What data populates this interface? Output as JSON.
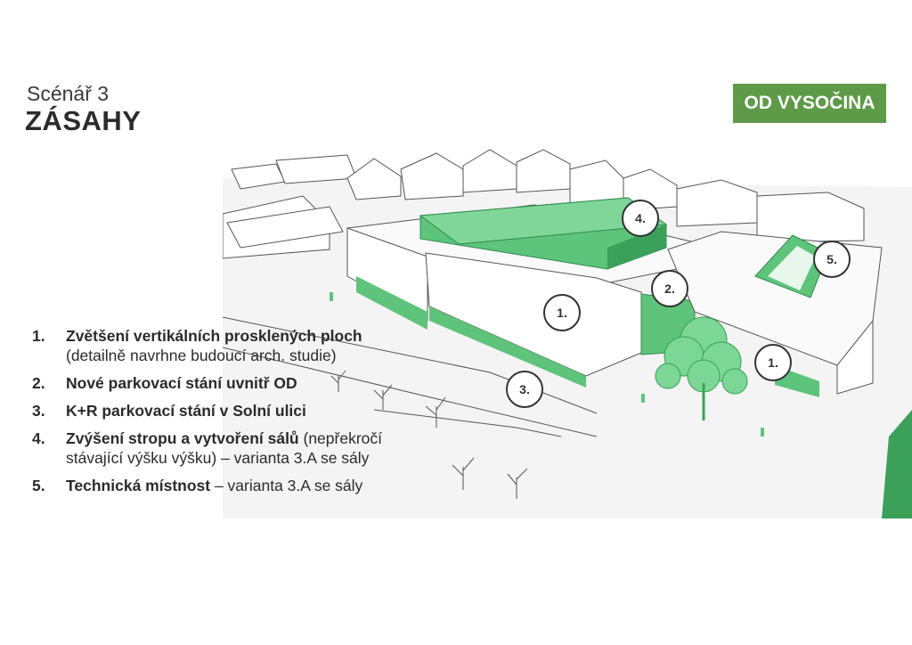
{
  "header": {
    "subtitle": "Scénář 3",
    "title": "ZÁSAHY",
    "badge": "OD VYSOČINA"
  },
  "illustration": {
    "markers": [
      "4.",
      "5.",
      "2.",
      "1.",
      "1.",
      "3."
    ],
    "colors": {
      "accent": "#5ec47b",
      "accent_dark": "#3aa05a",
      "line": "#555555",
      "badge": "#5f9a48"
    }
  },
  "legend": {
    "items": [
      {
        "num": "1.",
        "bold": "Zvětšení vertikálních prosklených ploch",
        "rest": "",
        "line2": "(detailně navrhne budoucí arch. studie)"
      },
      {
        "num": "2.",
        "bold": "Nové parkovací stání uvnitř OD",
        "rest": "",
        "line2": ""
      },
      {
        "num": "3.",
        "bold": "K+R parkovací stání v Solní ulici",
        "rest": "",
        "line2": ""
      },
      {
        "num": "4.",
        "bold": "Zvýšení stropu a vytvoření sálů",
        "rest": " (nepřekročí",
        "line2": "stávající výšku výšku) – varianta 3.A se sály"
      },
      {
        "num": "5.",
        "bold": "Technická místnost",
        "rest": " – varianta 3.A se sály",
        "line2": ""
      }
    ]
  }
}
